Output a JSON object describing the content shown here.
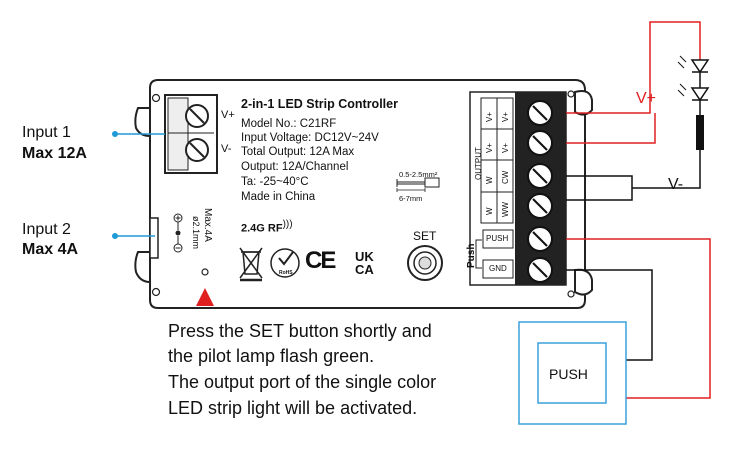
{
  "inputs": {
    "input1": {
      "label": "Input 1",
      "max": "Max 12A"
    },
    "input2": {
      "label": "Input 2",
      "max": "Max 4A"
    }
  },
  "controller": {
    "title": "2-in-1 LED Strip Controller",
    "model": "Model No.: C21RF",
    "input_voltage": "Input Voltage: DC12V~24V",
    "total_output": "Total Output: 12A Max",
    "output": "Output: 12A/Channel",
    "ta": "Ta: -25~40°C",
    "made_in": "Made in China",
    "rf": "2.4G RF",
    "set_label": "SET",
    "left_terminal": {
      "v_plus": "V+",
      "v_minus": "V-"
    },
    "side_label_max": "Max.4A",
    "side_label_dia": "ø2.1mm",
    "wire_spec_top": "0.5-2.5mm²",
    "wire_spec_bottom": "6-7mm",
    "output_group_label": "OUTPUT",
    "push_group_label": "Push",
    "output_pins_a": [
      "V+",
      "V+",
      "W",
      "W"
    ],
    "output_pins_b": [
      "V+",
      "V+",
      "CW",
      "WW"
    ],
    "push_pins": [
      "PUSH",
      "GND"
    ],
    "rohs": "RoHS",
    "ce": "CE",
    "ukca_top": "UK",
    "ukca_bottom": "CA"
  },
  "wiring": {
    "v_plus": "V+",
    "v_minus": "V-",
    "push_button": "PUSH"
  },
  "caption": {
    "line1": "Press the SET button shortly and",
    "line2": "the pilot lamp flash green.",
    "line3": "The output port of the single color",
    "line4": "LED strip light will be activated."
  },
  "colors": {
    "red_wire": "#e02020",
    "blue_wire": "#1e9ad6",
    "black_wire": "#111111",
    "push_box_border": "#3aa0d8",
    "arrow": "#e02020"
  }
}
